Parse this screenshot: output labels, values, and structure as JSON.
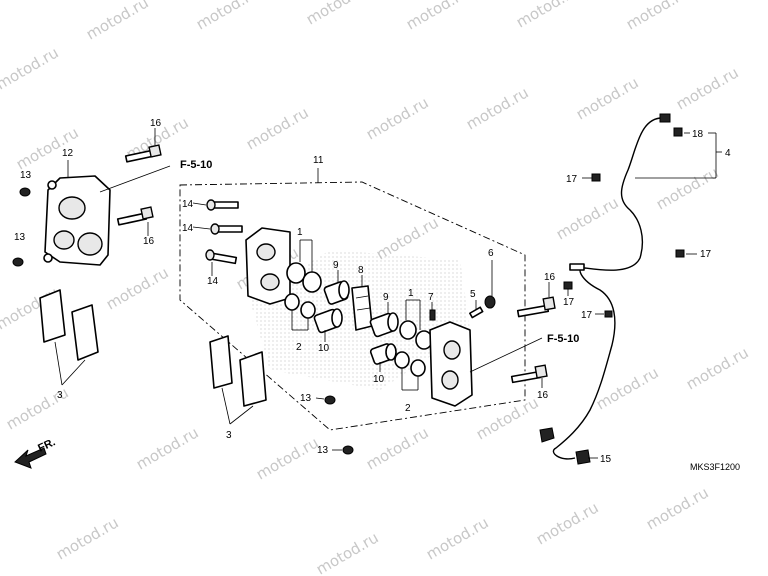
{
  "watermark": {
    "text": "motod.ru",
    "color": "#c8c8c8"
  },
  "diagram_code": "MKS3F1200",
  "direction_label": "FR.",
  "references": {
    "left": "F-5-10",
    "right": "F-5-10"
  },
  "callouts": {
    "c1a": "1",
    "c1b": "1",
    "c2a": "2",
    "c2b": "2",
    "c3a": "3",
    "c3b": "3",
    "c4": "4",
    "c5": "5",
    "c6": "6",
    "c7a": "7",
    "c8": "8",
    "c9a": "9",
    "c9b": "9",
    "c10a": "10",
    "c10b": "10",
    "c11": "11",
    "c12": "12",
    "c13a": "13",
    "c13b": "13",
    "c13c": "13",
    "c13d": "13",
    "c14a": "14",
    "c14b": "14",
    "c14c": "14",
    "c15": "15",
    "c16a": "16",
    "c16b": "16",
    "c16c": "16",
    "c16d": "16",
    "c17a": "17",
    "c17b": "17",
    "c17c": "17",
    "c17d": "17",
    "c18": "18"
  }
}
